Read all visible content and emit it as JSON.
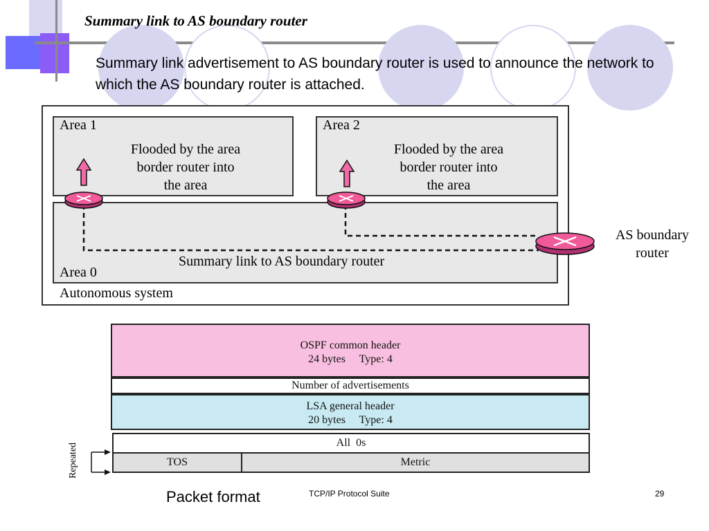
{
  "slide": {
    "title": "Summary link to AS boundary router",
    "body": "Summary link advertisement to AS boundary router is used to announce the network to which the AS boundary router is attached."
  },
  "diagram": {
    "area1": {
      "label": "Area 1",
      "text_lines": [
        "Flooded by the area",
        "border router into",
        "the area"
      ]
    },
    "area2": {
      "label": "Area 2",
      "text_lines": [
        "Flooded by the area",
        "border router into",
        "the area"
      ]
    },
    "area0": {
      "label": "Area 0",
      "link_label": "Summary link to AS boundary router"
    },
    "as_label": "Autonomous system",
    "asbr_label_lines": [
      "AS boundary",
      "router"
    ],
    "colors": {
      "router": "#f05a98",
      "arrow": "#f06aa8",
      "area_fill": "#e8e8e8"
    }
  },
  "packet": {
    "header": {
      "line1": "OSPF common header",
      "line2": "24 bytes     Type: 4",
      "color": "#f9bfe0"
    },
    "num_ads": "Number of advertisements",
    "lsa": {
      "line1": "LSA general header",
      "line2": "20 bytes     Type: 4",
      "color": "#c9eaf2"
    },
    "all0s": "All  0s",
    "tos": "TOS",
    "metric": "Metric",
    "repeated": "Repeated"
  },
  "caption": "Packet format",
  "footer": {
    "suite": "TCP/IP Protocol Suite",
    "page": "29"
  },
  "theme": {
    "circle_color": "#d6d6f0",
    "accent_purple": "#8b5cf6",
    "accent_blue": "#6b6bff",
    "line_gray": "#8a8a8a"
  }
}
